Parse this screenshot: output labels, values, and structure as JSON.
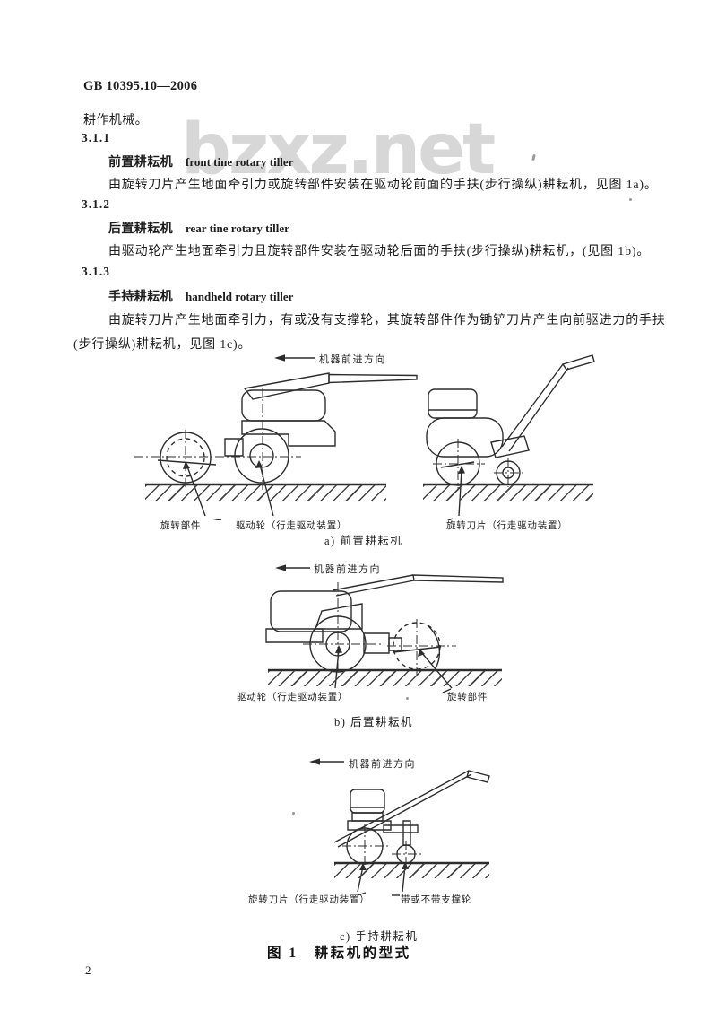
{
  "page": {
    "standard_number": "GB 10395.10—2006",
    "page_number": "2",
    "watermark": "bzxz.net",
    "intro_line": "耕作机械。",
    "sections": [
      {
        "number": "3.1.1",
        "term_cn": "前置耕耘机",
        "term_en": "front tine rotary tiller",
        "definition": [
          "由旋转刀片产生地面牵引力或旋转部件安装在驱动轮前面的手扶(步行操纵)耕耘机，见图 1a)。"
        ]
      },
      {
        "number": "3.1.2",
        "term_cn": "后置耕耘机",
        "term_en": "rear tine rotary tiller",
        "definition": [
          "由驱动轮产生地面牵引力且旋转部件安装在驱动轮后面的手扶(步行操纵)耕耘机，(见图 1b)。"
        ]
      },
      {
        "number": "3.1.3",
        "term_cn": "手持耕耘机",
        "term_en": "handheld rotary tiller",
        "definition": [
          "由旋转刀片产生地面牵引力，有或没有支撑轮，其旋转部件作为锄铲刀片产生向前驱进力的手扶",
          "(步行操纵)耕耘机，见图 1c)。"
        ]
      }
    ],
    "figures": {
      "direction_label": "机器前进方向",
      "labels": {
        "rotary_parts": "旋转部件",
        "drive_wheel": "驱动轮（行走驱动装置）",
        "rotary_blades": "旋转刀片（行走驱动装置）",
        "support_wheel": "带或不带支撑轮"
      },
      "captions": {
        "a": "a) 前置耕耘机",
        "b": "b) 后置耕耘机",
        "c": "c) 手持耕耘机",
        "title": "图 1　耕耘机的型式"
      }
    }
  }
}
